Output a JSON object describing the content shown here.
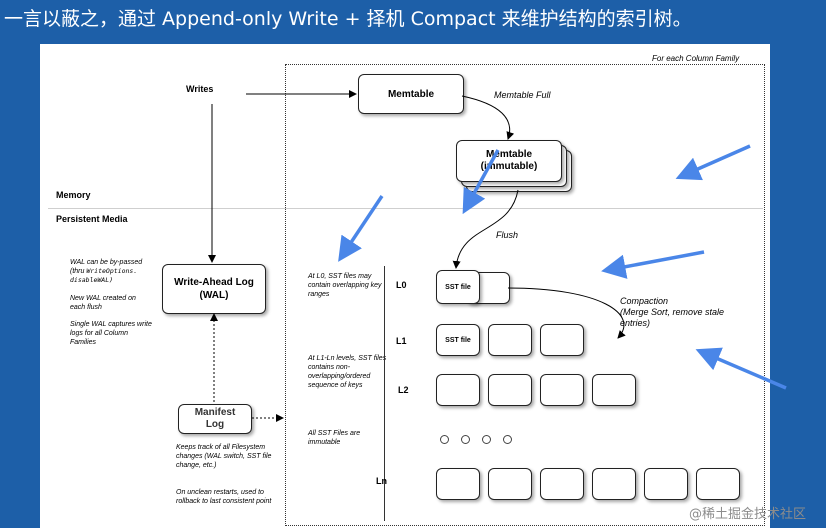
{
  "slide_title": "一言以蔽之，通过 Append-only Write + 择机 Compact 来维护结构的索引树。",
  "diagram": {
    "family_label": "For each Column Family",
    "writes_label": "Writes",
    "memtable_label": "Memtable",
    "memtable_full_label": "Memtable Full",
    "immutable_label_line1": "Memtable",
    "immutable_label_line2": "(immutable)",
    "memory_label": "Memory",
    "persistent_label": "Persistent Media",
    "flush_label": "Flush",
    "wal_label_line1": "Write-Ahead Log",
    "wal_label_line2": "(WAL)",
    "wal_note_1a": "WAL can be by-passed",
    "wal_note_1b": "(thru",
    "wal_note_1c": "WriteOptions.",
    "wal_note_1d": "disableWAL)",
    "wal_note_2": "New WAL created on each flush",
    "wal_note_3": "Single WAL captures write logs for all Column Families",
    "manifest_line1": "Manifest",
    "manifest_line2": "Log",
    "manifest_note_1": "Keeps track of all Filesystem changes (WAL switch, SST file change, etc.)",
    "manifest_note_2": "On unclean restarts, used to rollback to last consistent point",
    "l0_note": "At L0, SST files may contain overlapping key ranges",
    "l1ln_note": "At L1-Ln levels, SST files contains non-overlapping/ordered sequence of keys",
    "immutable_note": "All SST Files are immutable",
    "level_l0": "L0",
    "level_l1": "L1",
    "level_l2": "L2",
    "level_ln": "Ln",
    "sst_file_label": "SST file",
    "compaction_line1": "Compaction",
    "compaction_line2": "(Merge Sort, remove stale",
    "compaction_line3": "entries)"
  },
  "watermark": "@稀土掘金技术社区",
  "colors": {
    "background": "#1d5fa8",
    "arrow_blue": "#4a86e8"
  }
}
